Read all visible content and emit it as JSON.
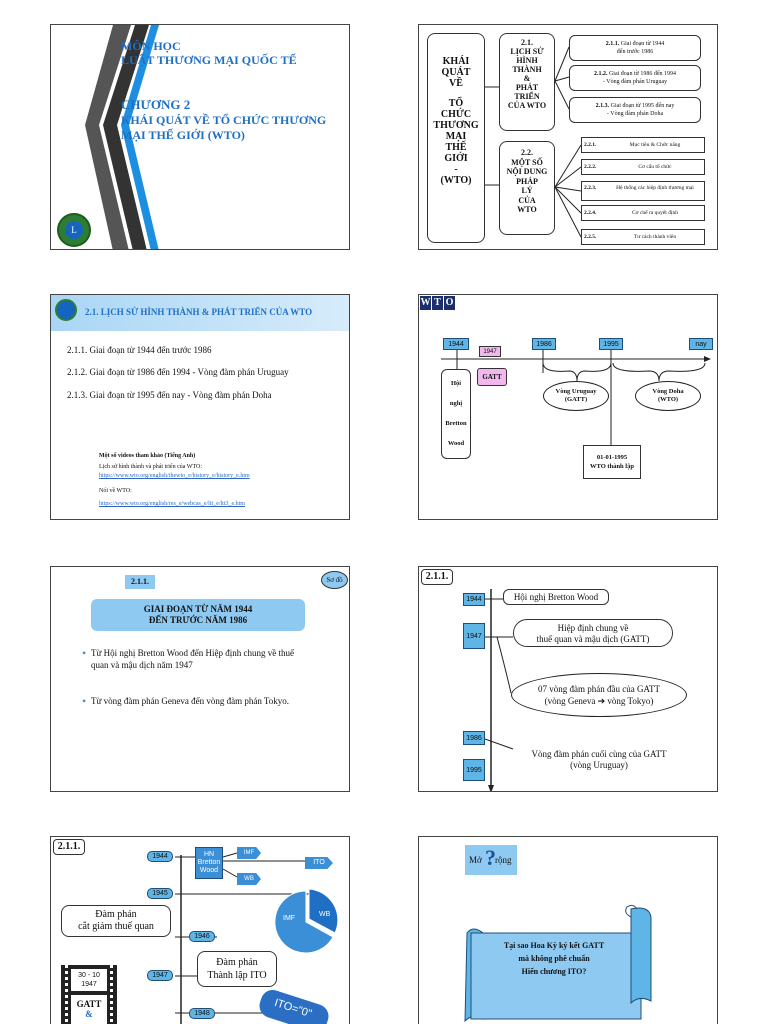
{
  "slide1": {
    "line1": "MÔN HỌC",
    "line2": "LUẬT THƯƠNG MẠI QUỐC TẾ",
    "chapter": "CHƯƠNG 2",
    "title_l1": "KHÁI QUÁT VỀ TỔ CHỨC THƯƠNG",
    "title_l2": "MẠI THẾ GIỚI (WTO)",
    "colors": {
      "title": "#1f6fc4",
      "accent": "#1e8fe0",
      "dark": "#333333"
    }
  },
  "slide2": {
    "root": [
      "KHÁI",
      "QUÁT",
      "VỀ",
      "",
      "TỔ",
      "CHỨC",
      "THƯƠNG",
      "MẠI",
      "THẾ",
      "GIỚI",
      "-",
      "(WTO)"
    ],
    "branch1": [
      "2.1.",
      "LỊCH SỬ",
      "HÌNH",
      "THÀNH",
      "&",
      "PHÁT",
      "TRIỂN",
      "CỦA WTO"
    ],
    "branch2": [
      "2.2.",
      "MỘT SỐ",
      "NỘI DUNG",
      "PHÁP",
      "LÝ",
      "CỦA",
      "WTO"
    ],
    "leaves1": [
      {
        "num": "2.1.1.",
        "l1": "Giai đoạn từ 1944",
        "l2": "đến trước 1986"
      },
      {
        "num": "2.1.2.",
        "l1": "Giai đoạn từ 1986 đến 1994",
        "l2": "- Vòng đàm phán Uruguay"
      },
      {
        "num": "2.1.3.",
        "l1": "Giai đoạn từ 1995 đến nay",
        "l2": "- Vòng đàm phán Doha"
      }
    ],
    "leaves2": [
      {
        "num": "2.2.1.",
        "text": "Mục tiêu & Chức năng"
      },
      {
        "num": "2.2.2.",
        "text": "Cơ cấu tổ chức"
      },
      {
        "num": "2.2.3.",
        "text": "Hệ thống các hiệp định thương mại"
      },
      {
        "num": "2.2.4.",
        "text": "Cơ chế ra quyết định"
      },
      {
        "num": "2.2.5.",
        "text": "Tư cách thành viên"
      }
    ]
  },
  "slide3": {
    "header": "2.1. LỊCH SỬ HÌNH THÀNH & PHÁT TRIỂN CỦA WTO",
    "items": [
      "2.1.1. Giai đoạn từ 1944 đến trước 1986",
      "2.1.2. Giai đoạn từ 1986 đến 1994 - Vòng đàm phán Uruguay",
      "2.1.3. Giai đoạn từ 1995 đến nay - Vòng đàm phán Doha"
    ],
    "ref_title": "Một số videos tham khảo (Tiếng Anh)",
    "ref1_label": "Lịch sử hình thành và phát triển của WTO:",
    "ref1_link": "https://www.wto.org/english/thewto_e/history_e/history_e.htm",
    "ref2_label": "Nói về WTO:",
    "ref2_link": "https://www.wto.org/english/res_e/webcas_e/ltt_e/ltt3_e.htm"
  },
  "slide4": {
    "logo": [
      "W",
      "T",
      "O"
    ],
    "y1944": "1944",
    "y1947": "1947",
    "y1986": "1986",
    "y1995": "1995",
    "nay": "nay",
    "gatt": "GATT",
    "bretton": [
      "Hội",
      "nghị",
      "Bretton",
      "Wood"
    ],
    "uruguay": [
      "Vòng Uruguay",
      "(GATT)"
    ],
    "doha": [
      "Vòng Doha",
      "(WTO)"
    ],
    "wto_date": [
      "01-01-1995",
      "WTO thành lập"
    ]
  },
  "slide5": {
    "tag": "2.1.1.",
    "sodo": "Sơ đồ",
    "banner_l1": "GIAI ĐOẠN TỪ NĂM 1944",
    "banner_l2": "ĐẾN TRƯỚC NĂM 1986",
    "bullet1_l1": "Từ Hội nghị Bretton Wood đến Hiệp định chung về thuế",
    "bullet1_l2": "quan và mậu dịch năm 1947",
    "bullet2": "Từ vòng đàm phán Geneva đến vòng đàm phán Tokyo."
  },
  "slide6": {
    "tag": "2.1.1.",
    "y1944": "1944",
    "y1947": "1947",
    "y1986": "1986",
    "y1995": "1995",
    "bretton": "Hội nghị Bretton Wood",
    "gatt_l1": "Hiệp định chung về",
    "gatt_l2": "thuế quan và mậu dịch (GATT)",
    "rounds_l1": "07 vòng đàm phán đầu của GATT",
    "rounds_l2a": "(vòng Geneva",
    "rounds_l2b": "vòng Tokyo",
    "last_l1": "Vòng đàm phán cuối cùng của GATT",
    "last_l2": "(vòng Uruguay)"
  },
  "slide7": {
    "tag": "2.1.1.",
    "y1944": "1944",
    "y1945": "1945",
    "y1946": "1946",
    "y1947": "1947",
    "y1948": "1948",
    "hn": [
      "HN",
      "Bretton",
      "Wood"
    ],
    "imf": "IMF",
    "wb": "WB",
    "ito": "ITO",
    "tariff_l1": "Đàm phán",
    "tariff_l2": "cắt giảm thuế quan",
    "ito_l1": "Đàm phán",
    "ito_l2": "Thành lập ITO",
    "film_l1": "30 - 10",
    "film_l2": "1947",
    "film_gatt": "GATT",
    "film_amp": "&",
    "ito_tag": "ITO=\"0\""
  },
  "slide8": {
    "mo": "Mở",
    "rong": "rộng",
    "q_l1": "Tại sao Hoa Kỳ ký kết GATT",
    "q_l2": "mà không phê chuẩn",
    "q_l3": "Hiến chương ITO?"
  }
}
